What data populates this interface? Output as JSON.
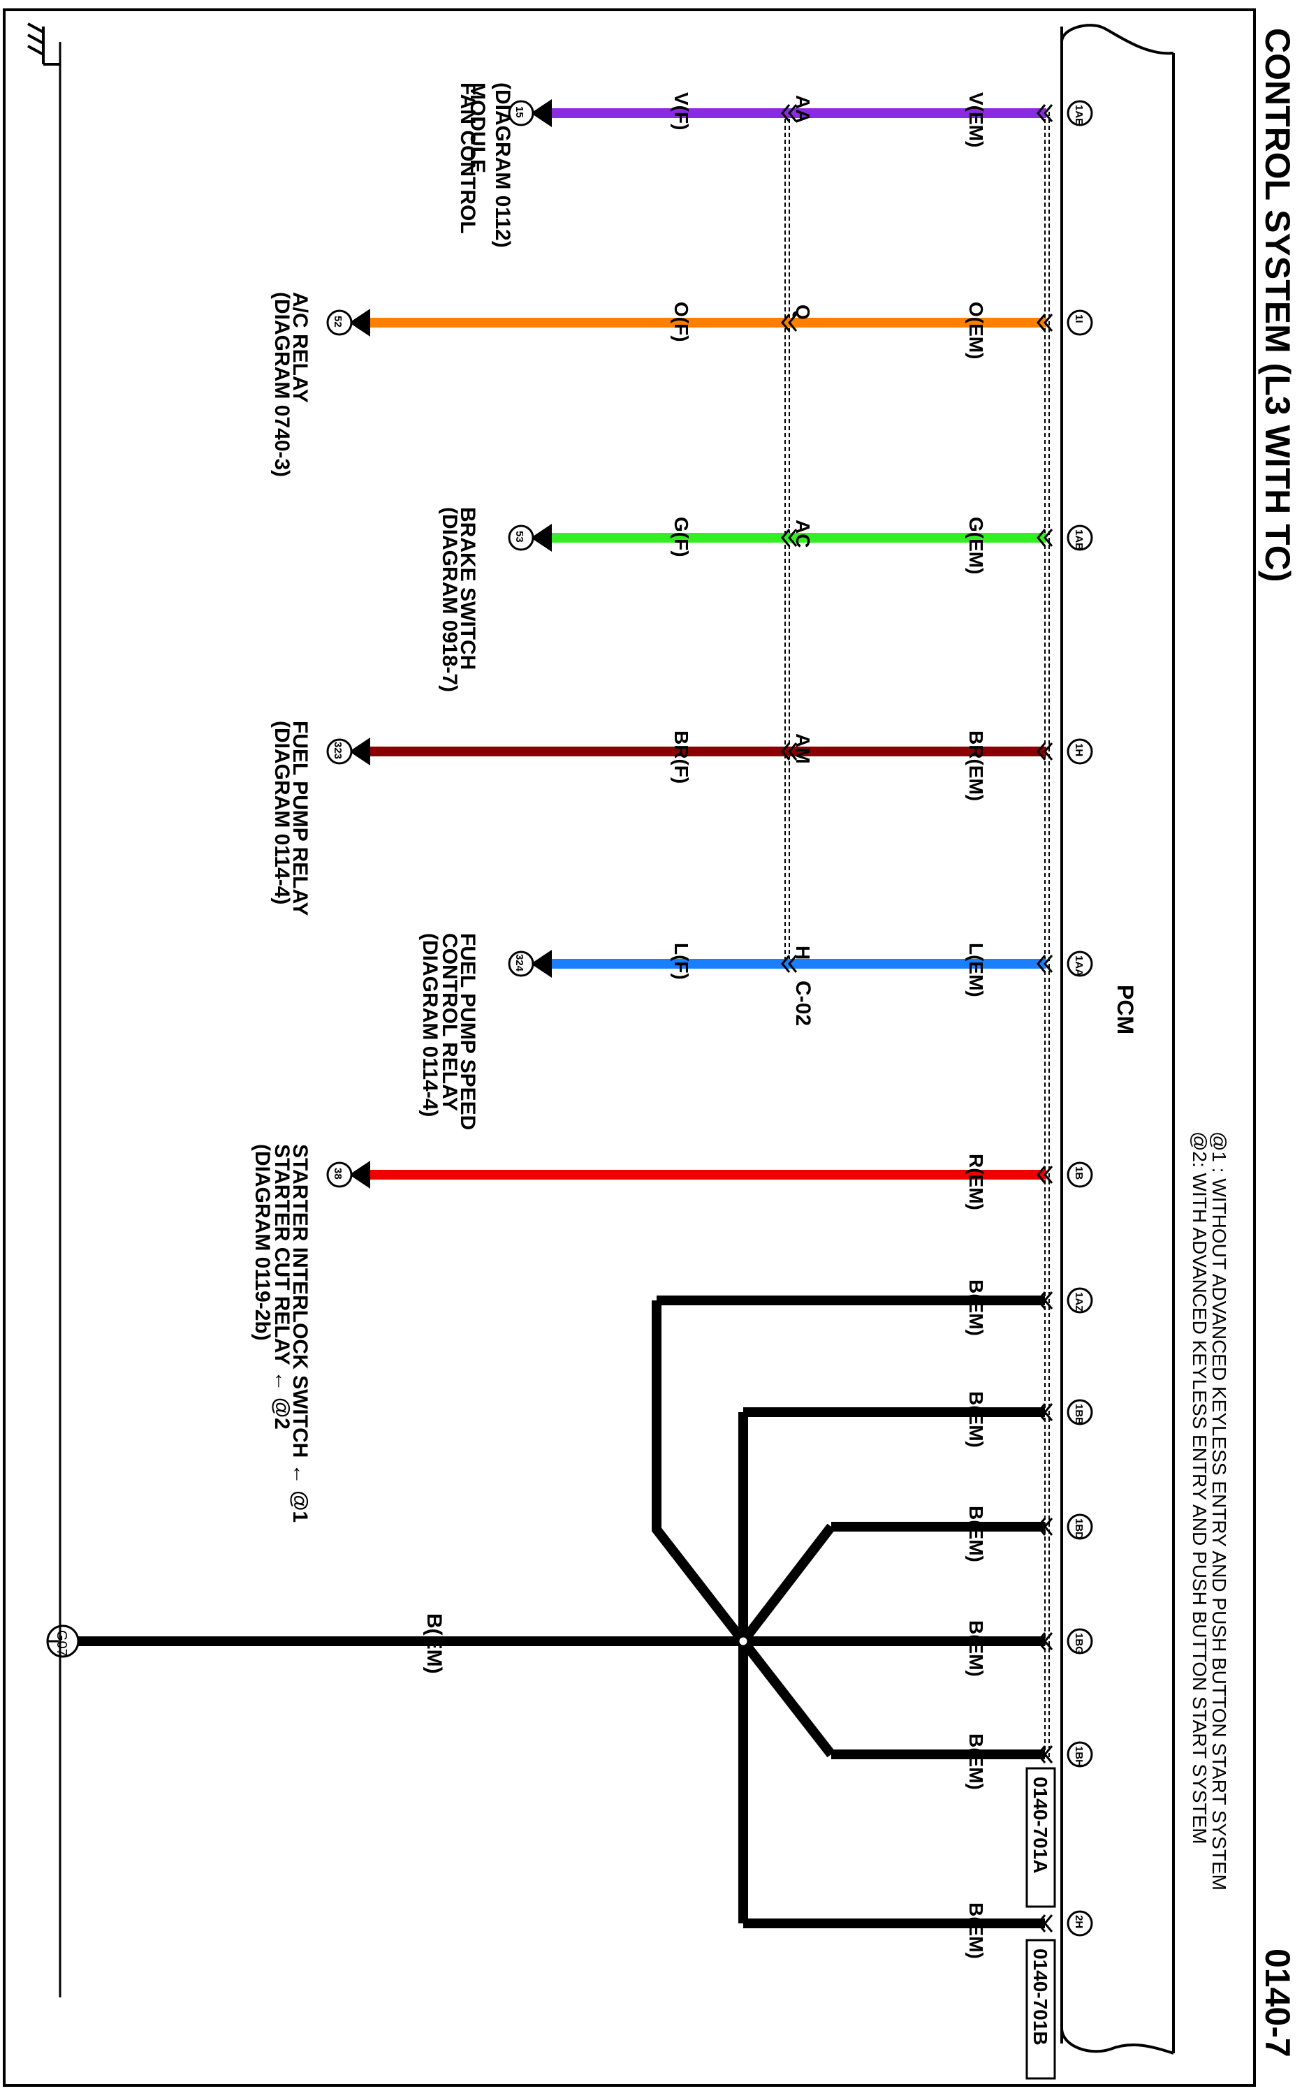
{
  "header": {
    "title": "CONTROL SYSTEM (L3 WITH TC)",
    "diagram_number": "0140-7"
  },
  "notes": [
    "@1 : WITHOUT ADVANCED KEYLESS ENTRY AND PUSH BUTTON START SYSTEM",
    "@2: WITH ADVANCED KEYLESS ENTRY AND PUSH BUTTON START SYSTEM"
  ],
  "pcm": {
    "label": "PCM"
  },
  "connectors": {
    "a": "0140-701A",
    "b": "0140-701B"
  },
  "junction_connector": "C-02",
  "circuits": [
    {
      "pin": "1AE",
      "wire_pcm": "V(EM)",
      "junction_pin": "AA",
      "wire_dest": "V(F)",
      "dest_ref": "15",
      "color": "#8a2be2",
      "dest_lines": [
        "FAN CONTROL",
        "MODULE",
        "(DIAGRAM 0112)"
      ]
    },
    {
      "pin": "1I",
      "wire_pcm": "O(EM)",
      "junction_pin": "Q",
      "wire_dest": "O(F)",
      "dest_ref": "52",
      "color": "#ff8000",
      "dest_lines": [
        "A/C RELAY",
        "(DIAGRAM 0740-3)"
      ]
    },
    {
      "pin": "1AB",
      "wire_pcm": "G(EM)",
      "junction_pin": "AC",
      "wire_dest": "G(F)",
      "dest_ref": "53",
      "color": "#33ee22",
      "dest_lines": [
        "BRAKE SWITCH",
        "(DIAGRAM 0918-7)"
      ]
    },
    {
      "pin": "1H",
      "wire_pcm": "BR(EM)",
      "junction_pin": "AM",
      "wire_dest": "BR(F)",
      "dest_ref": "323",
      "color": "#8b0000",
      "dest_lines": [
        "FUEL PUMP RELAY",
        "(DIAGRAM 0114-4)"
      ]
    },
    {
      "pin": "1AA",
      "wire_pcm": "L(EM)",
      "junction_pin": "H",
      "wire_dest": "L(F)",
      "dest_ref": "324",
      "color": "#1a7fff",
      "dest_lines": [
        "FUEL PUMP SPEED",
        "CONTROL RELAY",
        "(DIAGRAM 0114-4)"
      ]
    },
    {
      "pin": "1B",
      "wire_pcm": "R(EM)",
      "dest_ref": "38",
      "color": "#ee0000",
      "dest_lines": [
        "STARTER INTERLOCK SWITCH ← @1",
        "STARTER CUT RELAY ← @2",
        "(DIAGRAM 0119-2b)"
      ]
    }
  ],
  "grounds": [
    {
      "pin": "1AZ",
      "wire": "B(EM)"
    },
    {
      "pin": "1BB",
      "wire": "B(EM)"
    },
    {
      "pin": "1BD",
      "wire": "B(EM)"
    },
    {
      "pin": "1BG",
      "wire": "B(EM)"
    },
    {
      "pin": "1BH",
      "wire": "B(EM)"
    },
    {
      "pin": "2H",
      "wire": "B(EM)"
    }
  ],
  "ground_trunk": {
    "wire": "B(EM)",
    "ground_point": "G07"
  },
  "colors": {
    "wire_ground": "#000000"
  }
}
